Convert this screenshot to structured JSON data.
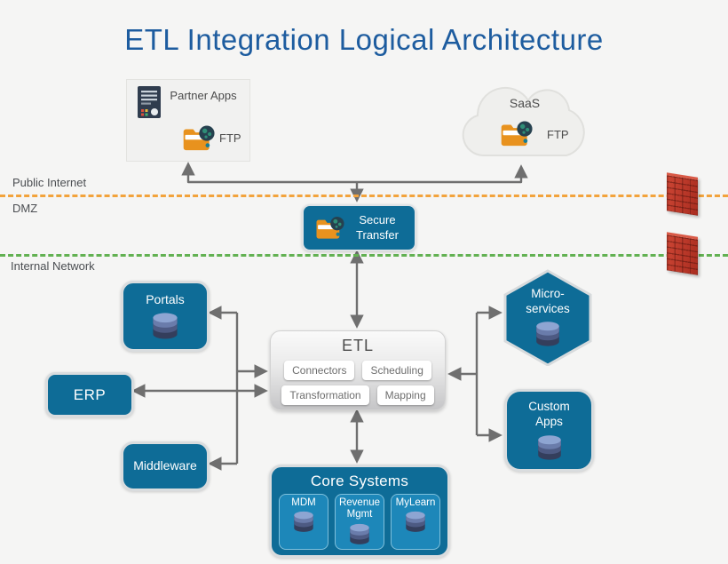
{
  "title": "ETL Integration Logical Architecture",
  "zones": {
    "public_internet_label": "Public Internet",
    "dmz_label": "DMZ",
    "internal_network_label": "Internal Network"
  },
  "external": {
    "partner_apps_label": "Partner Apps",
    "partner_apps_ftp_label": "FTP",
    "saas_label": "SaaS",
    "saas_ftp_label": "FTP"
  },
  "dmz": {
    "secure_transfer_label": "Secure Transfer"
  },
  "internal": {
    "portals_label": "Portals",
    "erp_label": "ERP",
    "middleware_label": "Middleware",
    "microservices_label": "Micro-services",
    "custom_apps_label": "Custom Apps",
    "etl": {
      "label": "ETL",
      "components": [
        "Connectors",
        "Scheduling",
        "Transformation",
        "Mapping"
      ]
    },
    "core_systems": {
      "label": "Core Systems",
      "systems": [
        "MDM",
        "Revenue Mgmt",
        "MyLearn"
      ]
    }
  },
  "colors": {
    "background": "#f5f5f4",
    "title_blue": "#1d5c9f",
    "node_teal": "#0e6c97",
    "core_inner_blue": "#1d87b9",
    "connector_gray": "#6f6f6f",
    "public_internet_line_orange": "#f2a33c",
    "internal_network_line_green": "#62b152",
    "firewall_red": "#b83225",
    "folder_orange": "#e8921e",
    "db_periwinkle": "#8ea5d2"
  }
}
